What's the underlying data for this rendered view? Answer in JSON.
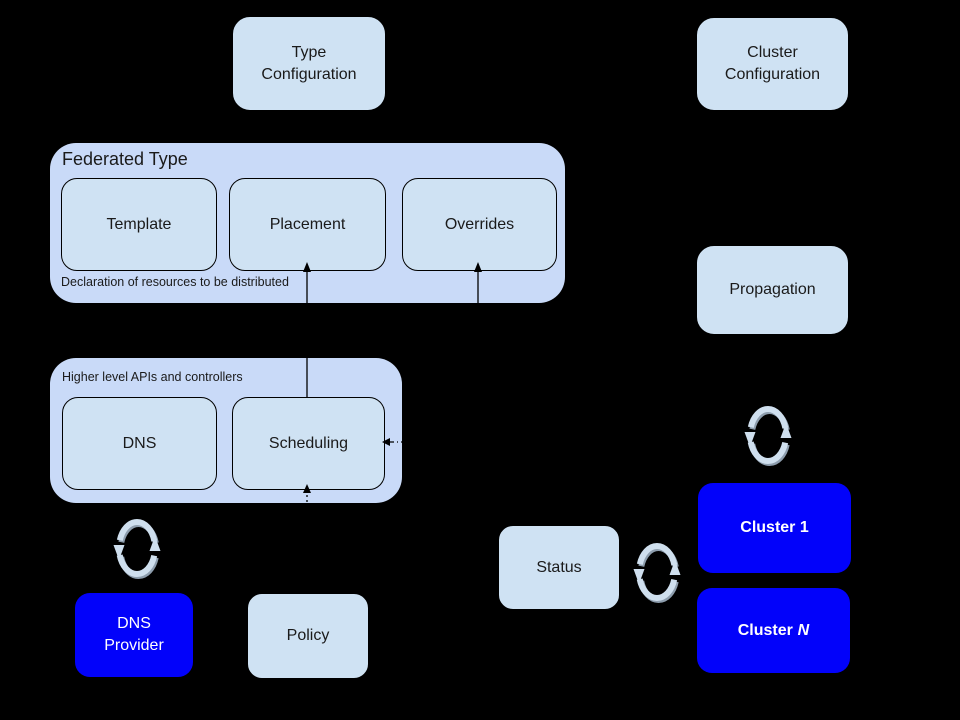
{
  "colors": {
    "bg": "#000000",
    "container": "#c9daf8",
    "box": "#cfe2f3",
    "blue": "#0202fa",
    "ink": "#1a1a1a",
    "line": "#000000",
    "sync1": "#cfdfee",
    "sync2": "#8d9dad"
  },
  "icons": {
    "sync": "sync-icon (two circular refresh arrows)"
  },
  "diagram": {
    "type_configuration": {
      "label": "Type\nConfiguration"
    },
    "cluster_configuration": {
      "label": "Cluster\nConfiguration"
    },
    "federated_type": {
      "title": "Federated Type",
      "caption": "Declaration of resources to be distributed",
      "boxes": [
        "Template",
        "Placement",
        "Overrides"
      ]
    },
    "higher_apis": {
      "title": "Higher level APIs and controllers",
      "boxes": [
        "DNS",
        "Scheduling"
      ]
    },
    "propagation": {
      "label": "Propagation"
    },
    "status": {
      "label": "Status"
    },
    "policy": {
      "label": "Policy"
    },
    "dns_provider": {
      "label": "DNS\nProvider"
    },
    "cluster_1": {
      "label": "Cluster 1"
    },
    "cluster_n": {
      "prefix": "Cluster",
      "suffix": "N"
    }
  }
}
